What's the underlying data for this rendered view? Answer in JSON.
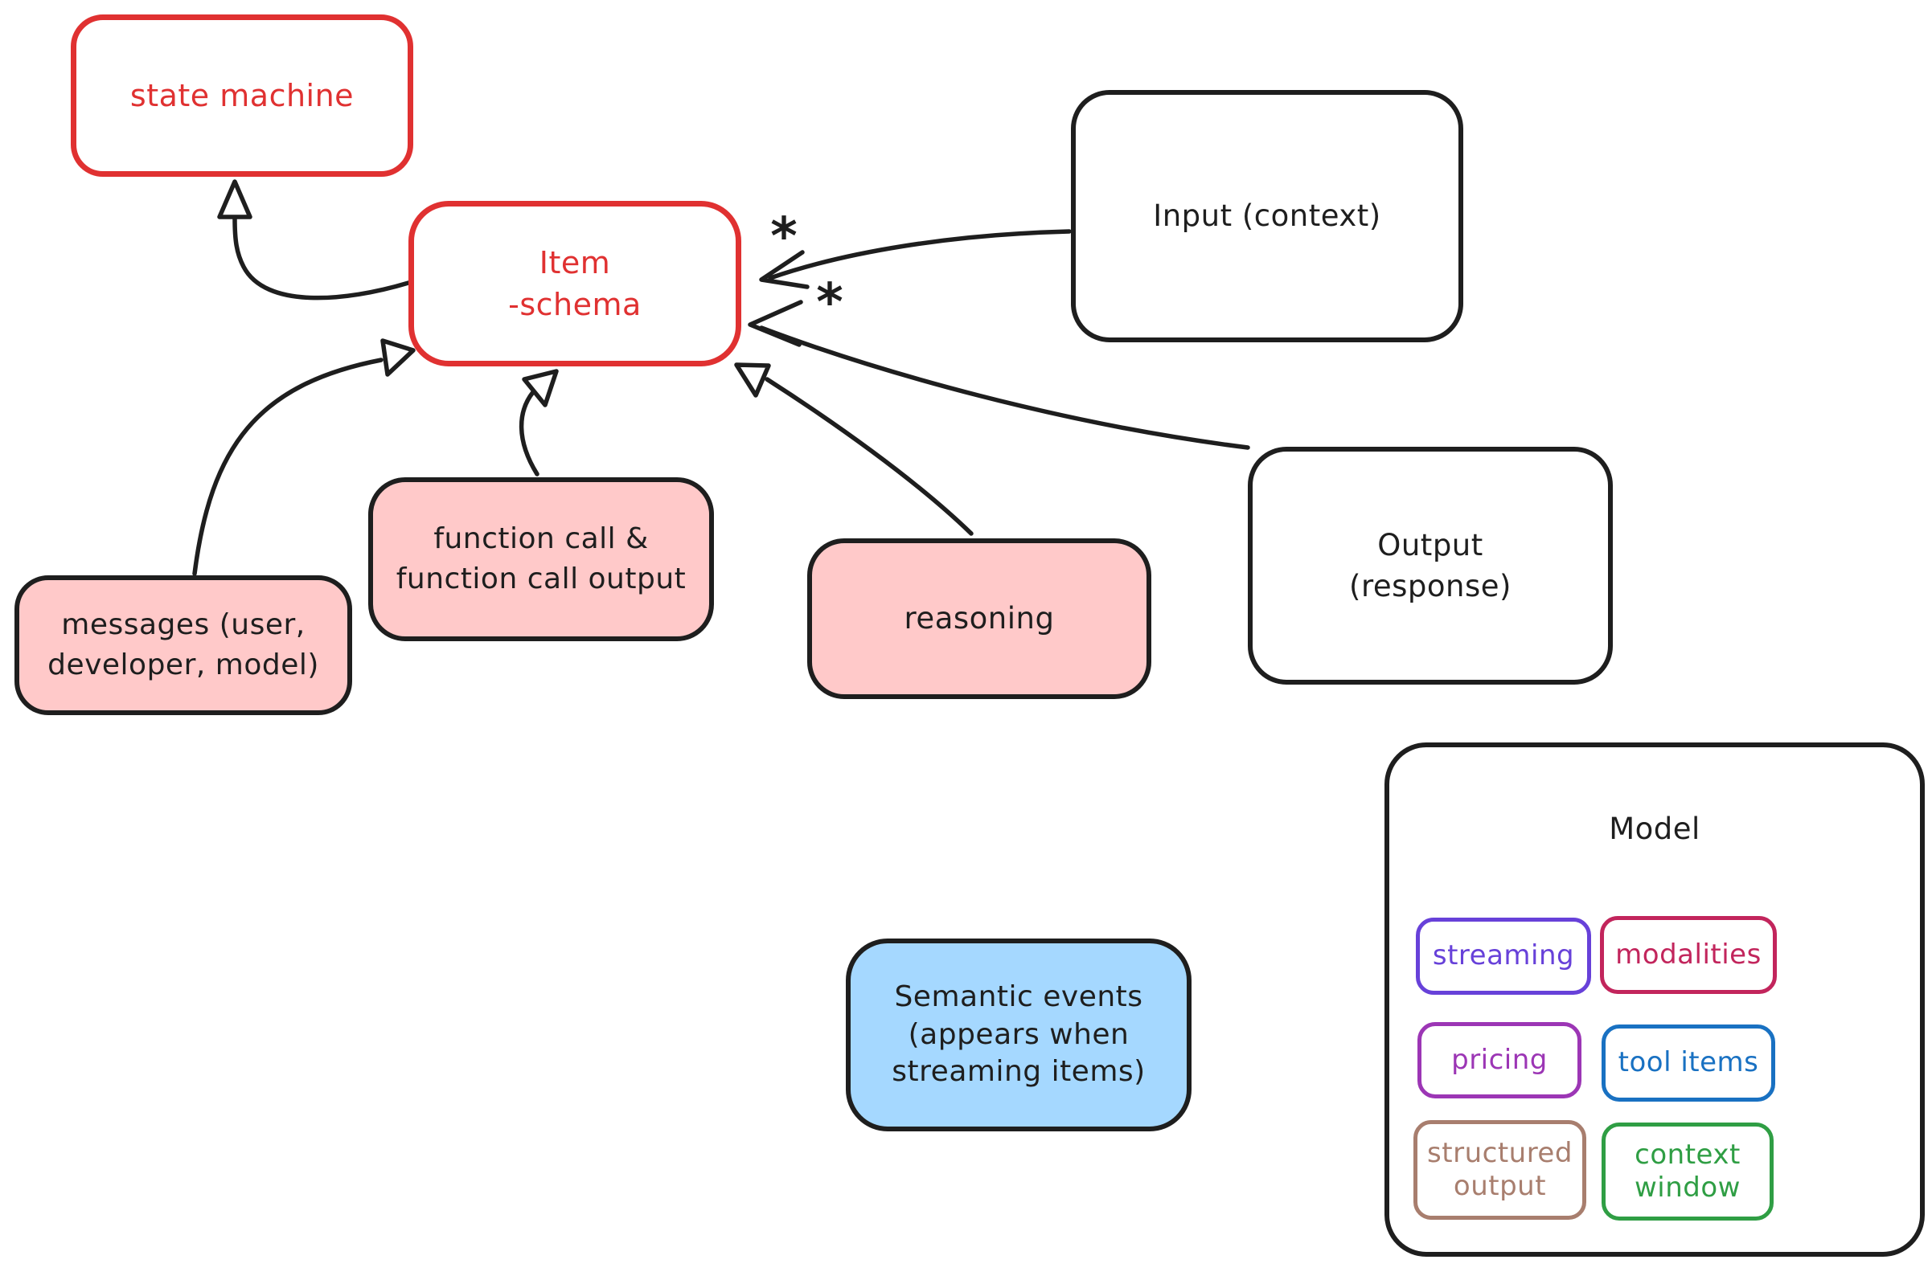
{
  "colors": {
    "background": "#ffffff",
    "stroke_dark": "#1e1e1e",
    "accent_red": "#e03131",
    "fill_pink": "#ffc9c9",
    "fill_blue": "#a5d8ff",
    "feature_violet": "#6741d9",
    "feature_crimson": "#c2255c",
    "feature_magenta": "#9c36b5",
    "feature_blue": "#1971c2",
    "feature_brown": "#a87e6e",
    "feature_green": "#2f9e44"
  },
  "nodes": {
    "state_machine": {
      "lines": [
        "state machine"
      ],
      "color": "#e03131",
      "fill": "#ffffff"
    },
    "item_schema": {
      "lines": [
        "Item",
        "-schema"
      ],
      "color": "#e03131",
      "fill": "#ffffff"
    },
    "input": {
      "lines": [
        "Input (context)"
      ],
      "color": "#1e1e1e",
      "fill": "#ffffff"
    },
    "output": {
      "lines": [
        "Output",
        "(response)"
      ],
      "color": "#1e1e1e",
      "fill": "#ffffff"
    },
    "messages": {
      "lines": [
        "messages (user,",
        "developer, model)"
      ],
      "color": "#1e1e1e",
      "fill": "#ffc9c9"
    },
    "function_call": {
      "lines": [
        "function call &",
        "function call output"
      ],
      "color": "#1e1e1e",
      "fill": "#ffc9c9"
    },
    "reasoning": {
      "lines": [
        "reasoning"
      ],
      "color": "#1e1e1e",
      "fill": "#ffc9c9"
    },
    "semantic_events": {
      "lines": [
        "Semantic events",
        "(appears when",
        "streaming items)"
      ],
      "color": "#1e1e1e",
      "fill": "#a5d8ff"
    }
  },
  "model_panel": {
    "title": "Model",
    "color": "#1e1e1e",
    "features": [
      {
        "id": "streaming",
        "lines": [
          "streaming"
        ],
        "color": "#6741d9"
      },
      {
        "id": "modalities",
        "lines": [
          "modalities"
        ],
        "color": "#c2255c"
      },
      {
        "id": "pricing",
        "lines": [
          "pricing"
        ],
        "color": "#9c36b5"
      },
      {
        "id": "tool-items",
        "lines": [
          "tool items"
        ],
        "color": "#1971c2"
      },
      {
        "id": "structured-output",
        "lines": [
          "structured",
          "output"
        ],
        "color": "#a87e6e"
      },
      {
        "id": "context-window",
        "lines": [
          "context",
          "window"
        ],
        "color": "#2f9e44"
      }
    ]
  },
  "annotations": {
    "input_multiplicity": "*",
    "output_multiplicity": "*"
  },
  "relations": [
    {
      "from": "item_schema",
      "to": "state_machine",
      "style": "hollow-triangle"
    },
    {
      "from": "messages",
      "to": "item_schema",
      "style": "hollow-triangle"
    },
    {
      "from": "function_call",
      "to": "item_schema",
      "style": "hollow-triangle"
    },
    {
      "from": "reasoning",
      "to": "item_schema",
      "style": "hollow-triangle"
    },
    {
      "from": "input",
      "to": "item_schema",
      "style": "plain-arrow",
      "label": "*"
    },
    {
      "from": "output",
      "to": "item_schema",
      "style": "plain-arrow",
      "label": "*"
    }
  ]
}
